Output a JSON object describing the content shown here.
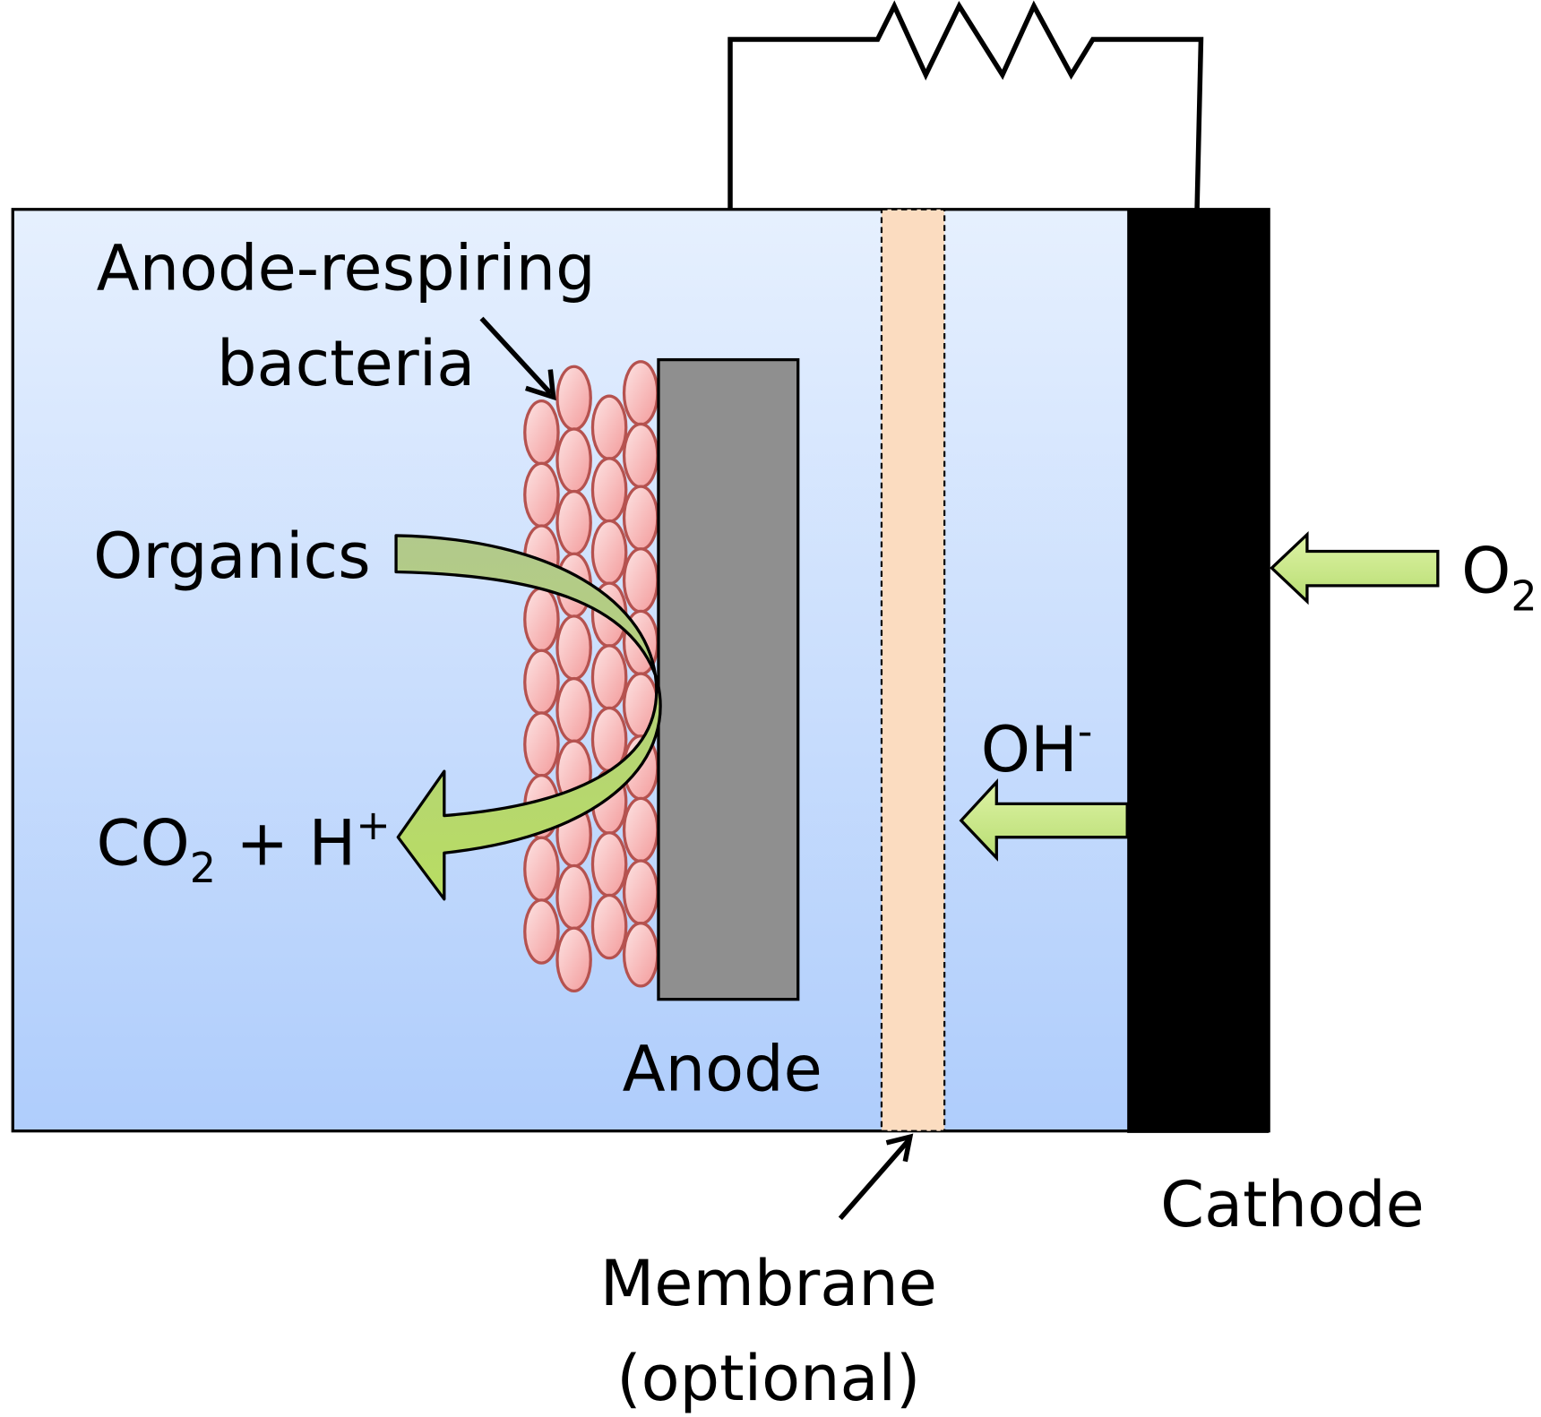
{
  "labels": {
    "bacteria_line1": "Anode-respiring",
    "bacteria_line2": "bacteria",
    "organics": "Organics",
    "co2": "CO",
    "co2_sub": "2",
    "plus_h": " + H",
    "h_sup": "+",
    "anode": "Anode",
    "oh": "OH",
    "oh_sup": "-",
    "o2": "O",
    "o2_sub": "2",
    "membrane_line1": "Membrane",
    "membrane_line2": "(optional)",
    "cathode": "Cathode"
  },
  "colors": {
    "electrolyte_top": "#e6f0fe",
    "electrolyte_bottom": "#afcdfc",
    "anode": "#8f8f8f",
    "cathode": "#000000",
    "membrane": "#fbdcc0",
    "bacteria_fill": "#f7b7b7",
    "bacteria_stroke": "#b5524f",
    "arrow_green": "#b8dd72"
  }
}
